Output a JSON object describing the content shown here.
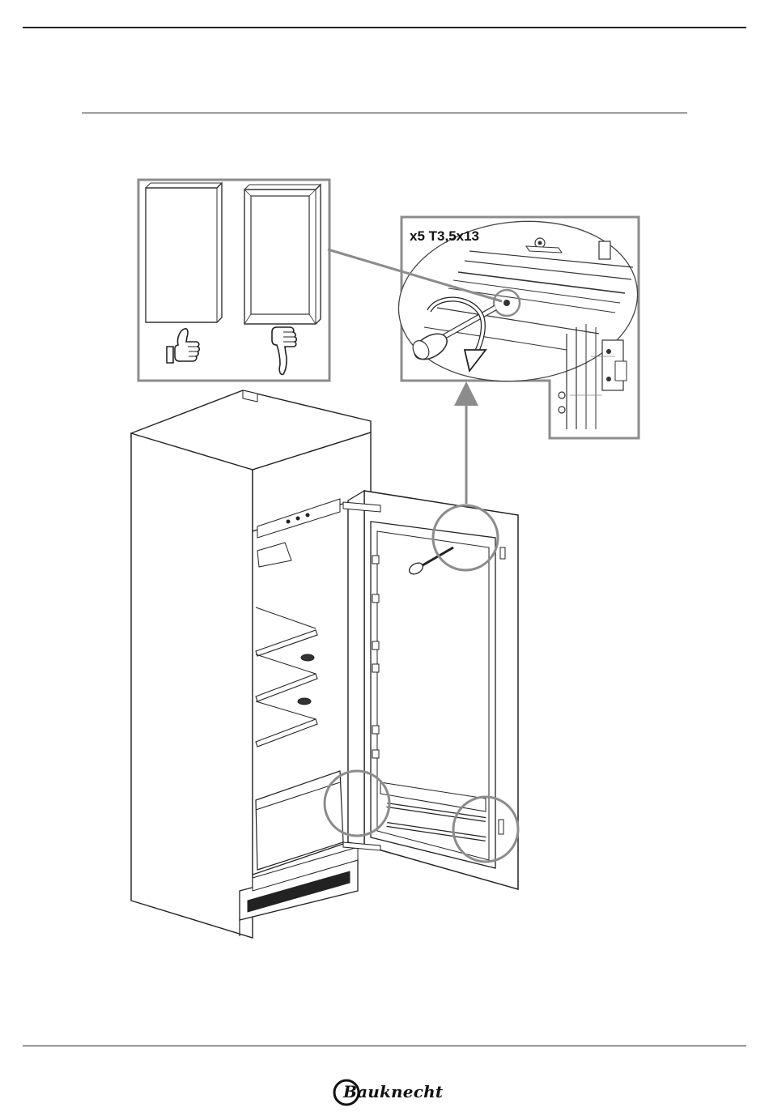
{
  "callout": {
    "screw_label": "x5 T3,5x13"
  },
  "brand": {
    "name": "Bauknecht",
    "logo_icon": "bauknecht-logo"
  },
  "icons": {
    "approve": "thumbs-up-icon",
    "reject": "thumbs-down-icon",
    "rotate": "rotate-arrow-icon",
    "screwdriver": "screwdriver-icon"
  }
}
